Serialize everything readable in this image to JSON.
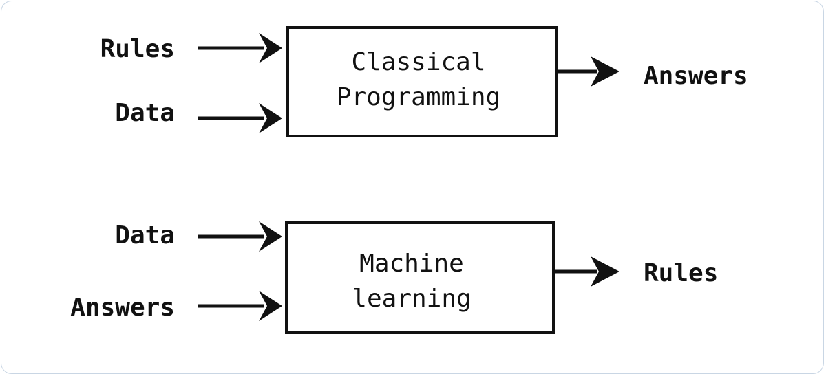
{
  "diagram": {
    "top": {
      "inputs": [
        "Rules",
        "Data"
      ],
      "box_lines": [
        "Classical",
        "Programming"
      ],
      "output": "Answers"
    },
    "bottom": {
      "inputs": [
        "Data",
        "Answers"
      ],
      "box_lines": [
        "Machine",
        "learning"
      ],
      "output": "Rules"
    }
  }
}
